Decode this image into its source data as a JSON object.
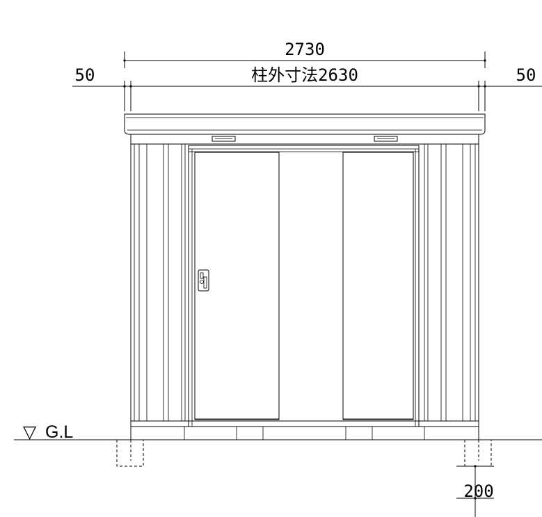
{
  "dimensions": {
    "overall_width": "2730",
    "left_overhang": "50",
    "post_width": "柱外寸法2630",
    "right_overhang": "50",
    "foundation_depth": "200"
  },
  "ground_line": {
    "symbol": "▽",
    "label": "G.L"
  }
}
